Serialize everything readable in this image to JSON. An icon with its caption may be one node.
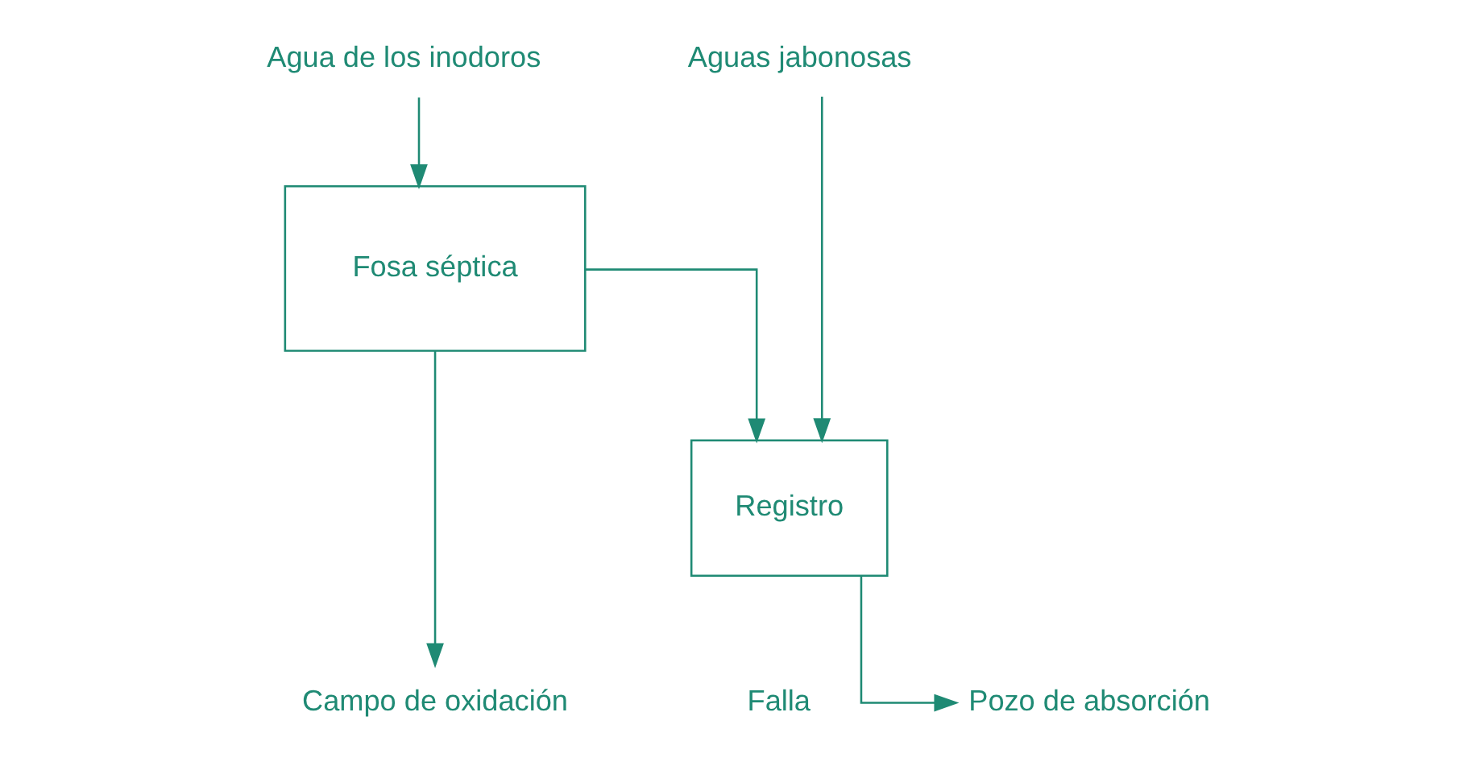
{
  "diagram": {
    "nodes": [
      {
        "text": [
          "Agua de los inodoros"
        ]
      },
      {
        "text": [
          "Fosa séptica"
        ]
      },
      {
        "text": [
          "Aguas jabonosas"
        ]
      },
      {
        "text": [
          "Registro"
        ]
      },
      {
        "text": [
          "Campo de oxidación"
        ]
      },
      {
        "text": [
          "Pozo de absorción"
        ]
      }
    ],
    "edges": [
      {
        "from": 0,
        "to": 1,
        "arrow": "to"
      },
      {
        "from": 1,
        "to": 3,
        "arrow": "to"
      },
      {
        "from": 2,
        "to": 3,
        "arrow": "to"
      },
      {
        "from": 1,
        "to": 4,
        "arrow": "to"
      },
      {
        "from": 3,
        "to": 5,
        "arrow": "to"
      }
    ],
    "labels": [
      "Falla"
    ]
  }
}
